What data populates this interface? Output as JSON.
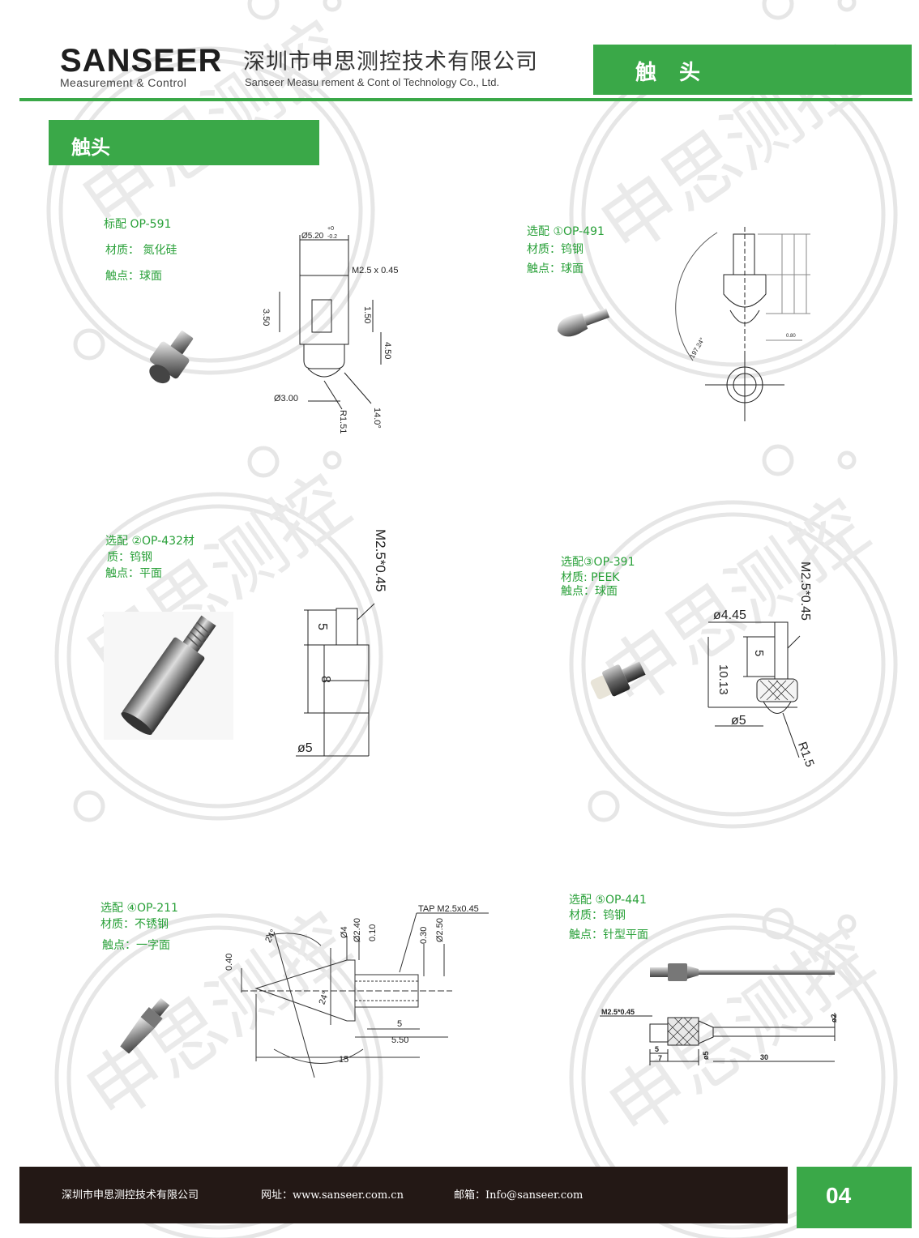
{
  "header": {
    "logo_text": "SANSEER",
    "logo_sub": "Measurement & Control",
    "company_cn": "深圳市申思测控技术有限公司",
    "company_en": "Sanseer Measu rement & Cont ol Technology Co., Ltd.",
    "tag": "触头"
  },
  "section": {
    "title": "触头"
  },
  "watermark": {
    "text": "申思测控"
  },
  "products": [
    {
      "line1": "标配 OP-591",
      "line2": "材质： 氮化硅",
      "line3": "触点：球面"
    },
    {
      "line1": "选配 ①OP-491",
      "line2": "材质：钨钢",
      "line3": "触点：球面"
    },
    {
      "line1": "选配 ②OP-432材",
      "line2": "质：钨钢",
      "line3": "触点：平面"
    },
    {
      "line1": "选配③OP-391",
      "line2": "材质:   PEEK",
      "line3": "触点：球面"
    },
    {
      "line1": "选配 ④OP-211",
      "line2": "材质：不锈钢",
      "line3": "触点：一字面"
    },
    {
      "line1": "选配 ⑤OP-441",
      "line2": "材质：钨钢",
      "line3": "触点：针型平面"
    }
  ],
  "drawings": {
    "op591": {
      "d_top": "Ø5.20",
      "tol_top": "+0",
      "tol_bot": "-0.2",
      "thread": "M2.5 x 0.45",
      "h1": "3.50",
      "h2": "1.50",
      "h3": "4.50",
      "d_ball": "Ø3.00",
      "radius": "R1.51",
      "angle": "14.0°"
    },
    "op491": {
      "dim": "0.80",
      "angle": "197.24°"
    },
    "op432": {
      "thread": "M2.5*0.45",
      "h1": "5",
      "h2": "8",
      "dia": "ø5"
    },
    "op391": {
      "thread": "M2.5*0.45",
      "d1": "ø4.45",
      "h1": "5",
      "h2": "10.13",
      "d2": "ø5",
      "radius": "R1.5"
    },
    "op211": {
      "tap": "TAP M2.5x0.45",
      "d4": "Ø4",
      "d240": "Ø2.40",
      "d010": "0.10",
      "d030": "0.30",
      "d250": "Ø2.50",
      "d040": "0.40",
      "a24": "24°",
      "a24b": "24°",
      "l5": "5",
      "l550": "5.50",
      "l15": "15"
    },
    "op441": {
      "thread": "M2.5*0.45",
      "d2": "ø2",
      "l5": "5",
      "l7": "7",
      "d5": "ø5",
      "l30": "30"
    }
  },
  "footer": {
    "company": "深圳市申思测控技术有限公司",
    "website": "网址：www.sanseer.com.cn",
    "email": "邮箱：Info@sanseer.com",
    "page": "04"
  },
  "colors": {
    "brand_green": "#3aa848",
    "text_green": "#28a038",
    "footer_bg": "#231815"
  }
}
